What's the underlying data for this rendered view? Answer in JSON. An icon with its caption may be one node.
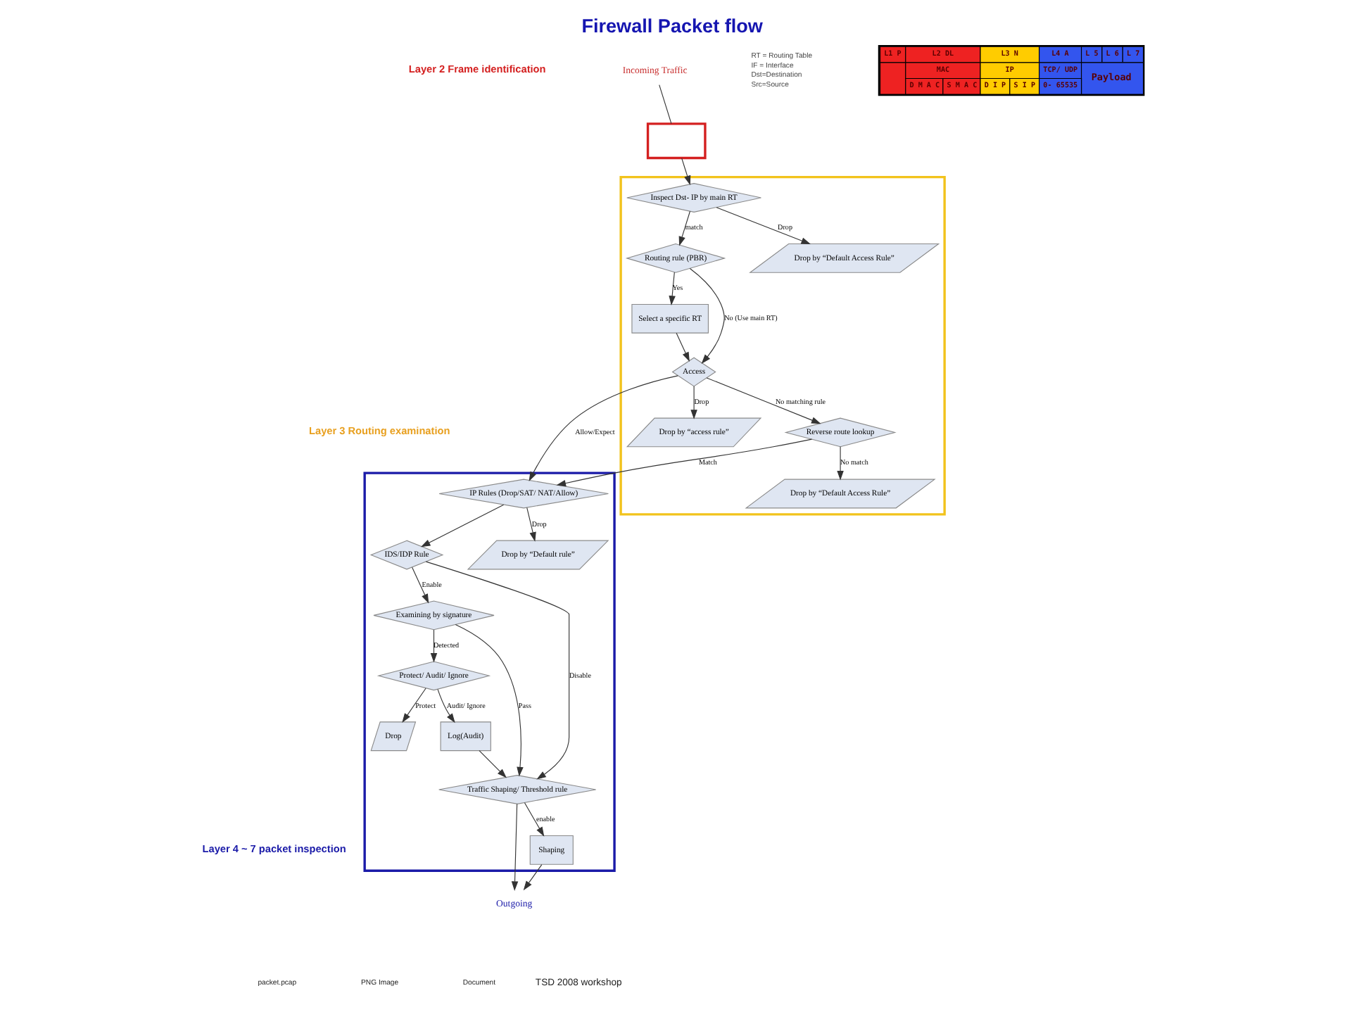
{
  "diagram": {
    "title": "Firewall Packet flow",
    "nodes": [
      {
        "text": [
          "Incoming Traffic"
        ]
      },
      {
        "text": [],
        "shape": "box"
      },
      {
        "text": [],
        "shape": "box"
      },
      {
        "text": [
          "Inspect Dst- IP by main RT"
        ],
        "in": 2
      },
      {
        "text": [
          "Routing rule (PBR)"
        ],
        "in": 2
      },
      {
        "text": [
          "Drop by “Default Access Rule”"
        ],
        "in": 2
      },
      {
        "text": [
          "Select a specific RT"
        ],
        "in": 2
      },
      {
        "text": [
          "Access"
        ],
        "in": 2
      },
      {
        "text": [
          "Drop by “access rule”"
        ],
        "in": 2
      },
      {
        "text": [
          "Reverse route lookup"
        ],
        "in": 2
      },
      {
        "text": [
          "Drop by “Default Access Rule”"
        ],
        "in": 2
      },
      {
        "text": [],
        "shape": "box"
      },
      {
        "text": [
          "IP Rules (Drop/SAT/ NAT/Allow)"
        ],
        "in": 11
      },
      {
        "text": [
          "IDS/IDP Rule"
        ],
        "in": 11
      },
      {
        "text": [
          "Examining by signature"
        ],
        "in": 11
      },
      {
        "text": [
          "Drop"
        ],
        "in": 11
      },
      {
        "text": [
          "Drop by “Default rule”"
        ],
        "in": 11
      },
      {
        "text": [
          "Protect/ Audit/ Ignore"
        ],
        "in": 11
      },
      {
        "text": [
          "Traffic Shaping/ Threshold rule"
        ],
        "in": 11
      },
      {
        "text": [
          "Shaping"
        ],
        "in": 11
      },
      {
        "text": [
          "Log(Audit)"
        ],
        "in": 11
      },
      {
        "text": [
          "Outgoing"
        ]
      }
    ],
    "edges": [
      {
        "from": 0,
        "to": 1,
        "arrow": "none"
      },
      {
        "from": 1,
        "to": 3,
        "arrow": "to"
      },
      {
        "from": 3,
        "to": 4,
        "arrow": "to",
        "label": "match"
      },
      {
        "from": 3,
        "to": 5,
        "arrow": "to",
        "label": "Drop"
      },
      {
        "from": 4,
        "to": 7,
        "arrow": "to",
        "label": "No (Use main RT)"
      },
      {
        "from": 4,
        "to": 6,
        "arrow": "to",
        "label": "Yes"
      },
      {
        "from": 6,
        "to": 7,
        "arrow": "to"
      },
      {
        "from": 7,
        "to": 8,
        "arrow": "to",
        "label": "Drop"
      },
      {
        "from": 7,
        "to": 9,
        "arrow": "to",
        "label": "No matching rule"
      },
      {
        "from": 7,
        "to": 12,
        "arrow": "to",
        "label": "Allow/Expect"
      },
      {
        "from": 9,
        "to": 10,
        "arrow": "to",
        "label": "No match"
      },
      {
        "from": 9,
        "to": 12,
        "arrow": "to",
        "label": "Match"
      },
      {
        "from": 12,
        "to": 13,
        "arrow": "to"
      },
      {
        "from": 12,
        "to": 16,
        "arrow": "to",
        "label": "Drop"
      },
      {
        "from": 13,
        "to": 14,
        "arrow": "to",
        "label": "Enable"
      },
      {
        "from": 13,
        "to": 18,
        "arrow": "to",
        "label": "Disable"
      },
      {
        "from": 14,
        "to": 17,
        "arrow": "to",
        "label": "Detected"
      },
      {
        "from": 14,
        "to": 18,
        "arrow": "to",
        "label": "Pass"
      },
      {
        "from": 17,
        "to": 15,
        "arrow": "to",
        "label": "Protect"
      },
      {
        "from": 17,
        "to": 20,
        "arrow": "to",
        "label": "Audit/ Ignore"
      },
      {
        "from": 20,
        "to": 18,
        "arrow": "to"
      },
      {
        "from": 18,
        "to": 19,
        "arrow": "to",
        "label": "enable"
      },
      {
        "from": 18,
        "to": 21,
        "arrow": "to"
      },
      {
        "from": 19,
        "to": 21,
        "arrow": "to"
      }
    ],
    "labels": [
      "Layer 2 Frame identification",
      "RT = Routing Table",
      "IF = Interface",
      "Dst=Destination",
      "Src=Source",
      "L1 P",
      "L2 DL",
      "L3 N",
      "L4 A",
      "L 5",
      "L 6",
      "L 7",
      "MAC",
      "IP",
      "TCP/ UDP",
      "Payload",
      "D M A C",
      "S M A C",
      "D I P",
      "S I P",
      "0- 65535",
      "Layer 3 Routing examination",
      "Layer 4 ~ 7 packet inspection",
      "packet.pcap",
      "PNG Image",
      "Document",
      "TSD 2008 workshop"
    ]
  }
}
